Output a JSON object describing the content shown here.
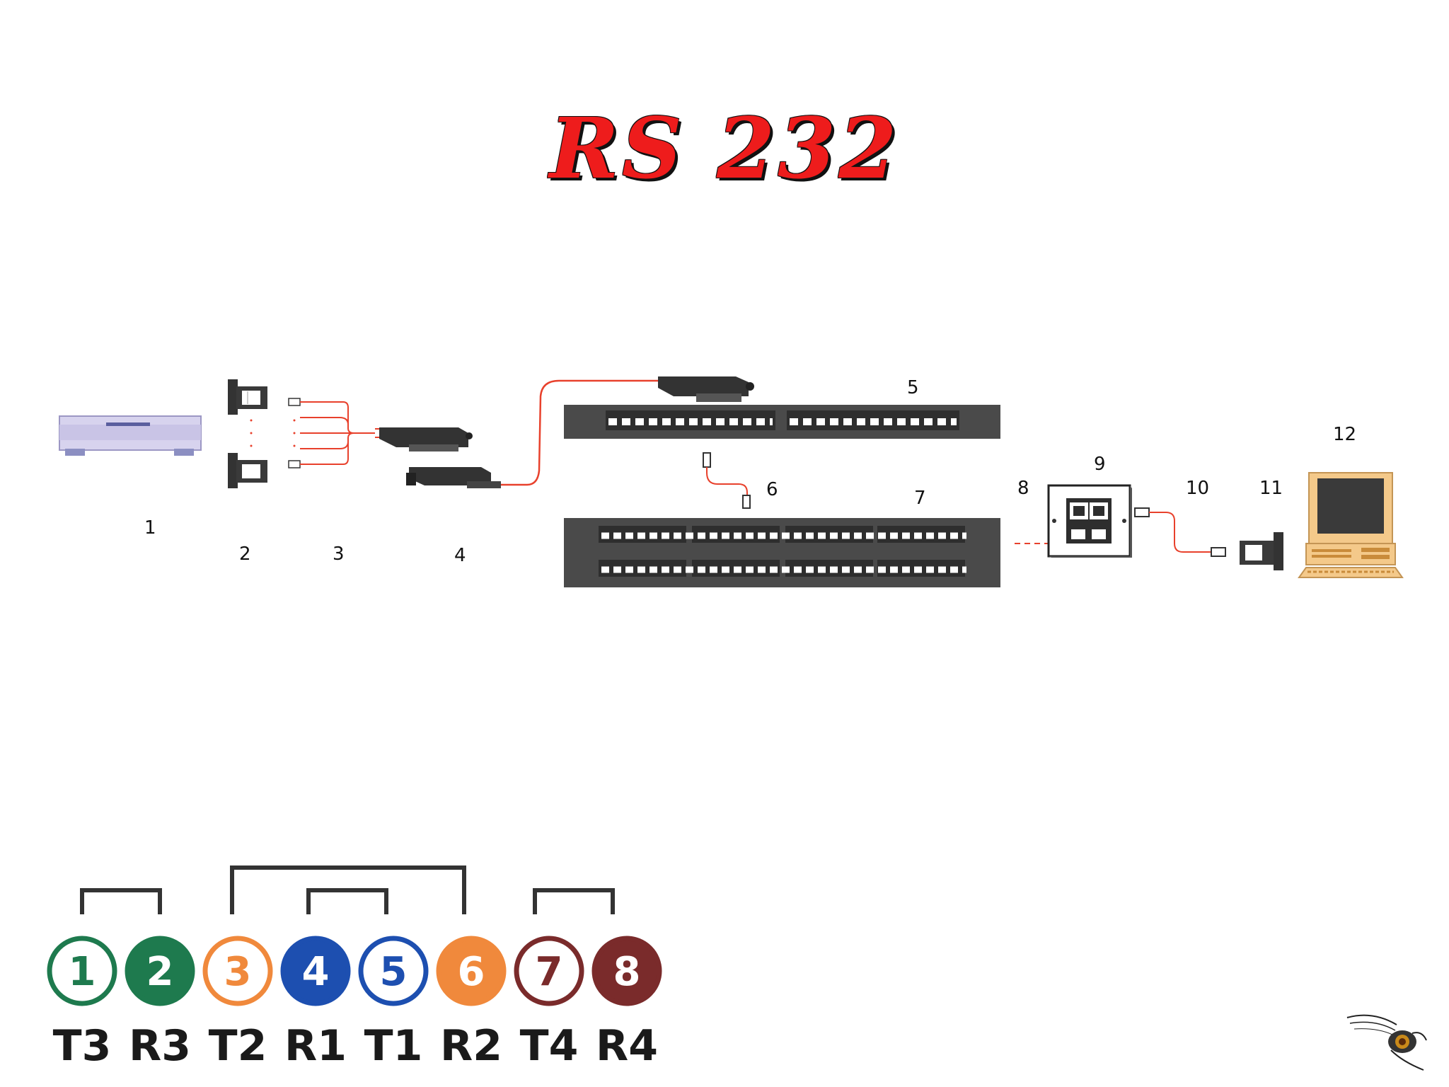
{
  "title": "RS 232",
  "component_labels": [
    "1",
    "2",
    "3",
    "4",
    "5",
    "6",
    "7",
    "8",
    "9",
    "10",
    "11",
    "12"
  ],
  "pins": [
    {
      "number": "1",
      "label": "T3",
      "color": "#1e7a4e",
      "filled": false
    },
    {
      "number": "2",
      "label": "R3",
      "color": "#1e7a4e",
      "filled": true
    },
    {
      "number": "3",
      "label": "T2",
      "color": "#f0893c",
      "filled": false
    },
    {
      "number": "4",
      "label": "R1",
      "color": "#1d4fb0",
      "filled": true
    },
    {
      "number": "5",
      "label": "T1",
      "color": "#1d4fb0",
      "filled": false
    },
    {
      "number": "6",
      "label": "R2",
      "color": "#f0893c",
      "filled": true
    },
    {
      "number": "7",
      "label": "T4",
      "color": "#7a2b2b",
      "filled": false
    },
    {
      "number": "8",
      "label": "R4",
      "color": "#7a2b2b",
      "filled": true
    }
  ],
  "colors": {
    "title": "#ee1c1c",
    "cable": "#e8412c",
    "panel": "#4a4a4a",
    "computer": "#f4c98a",
    "device": "#d7d3ee"
  }
}
